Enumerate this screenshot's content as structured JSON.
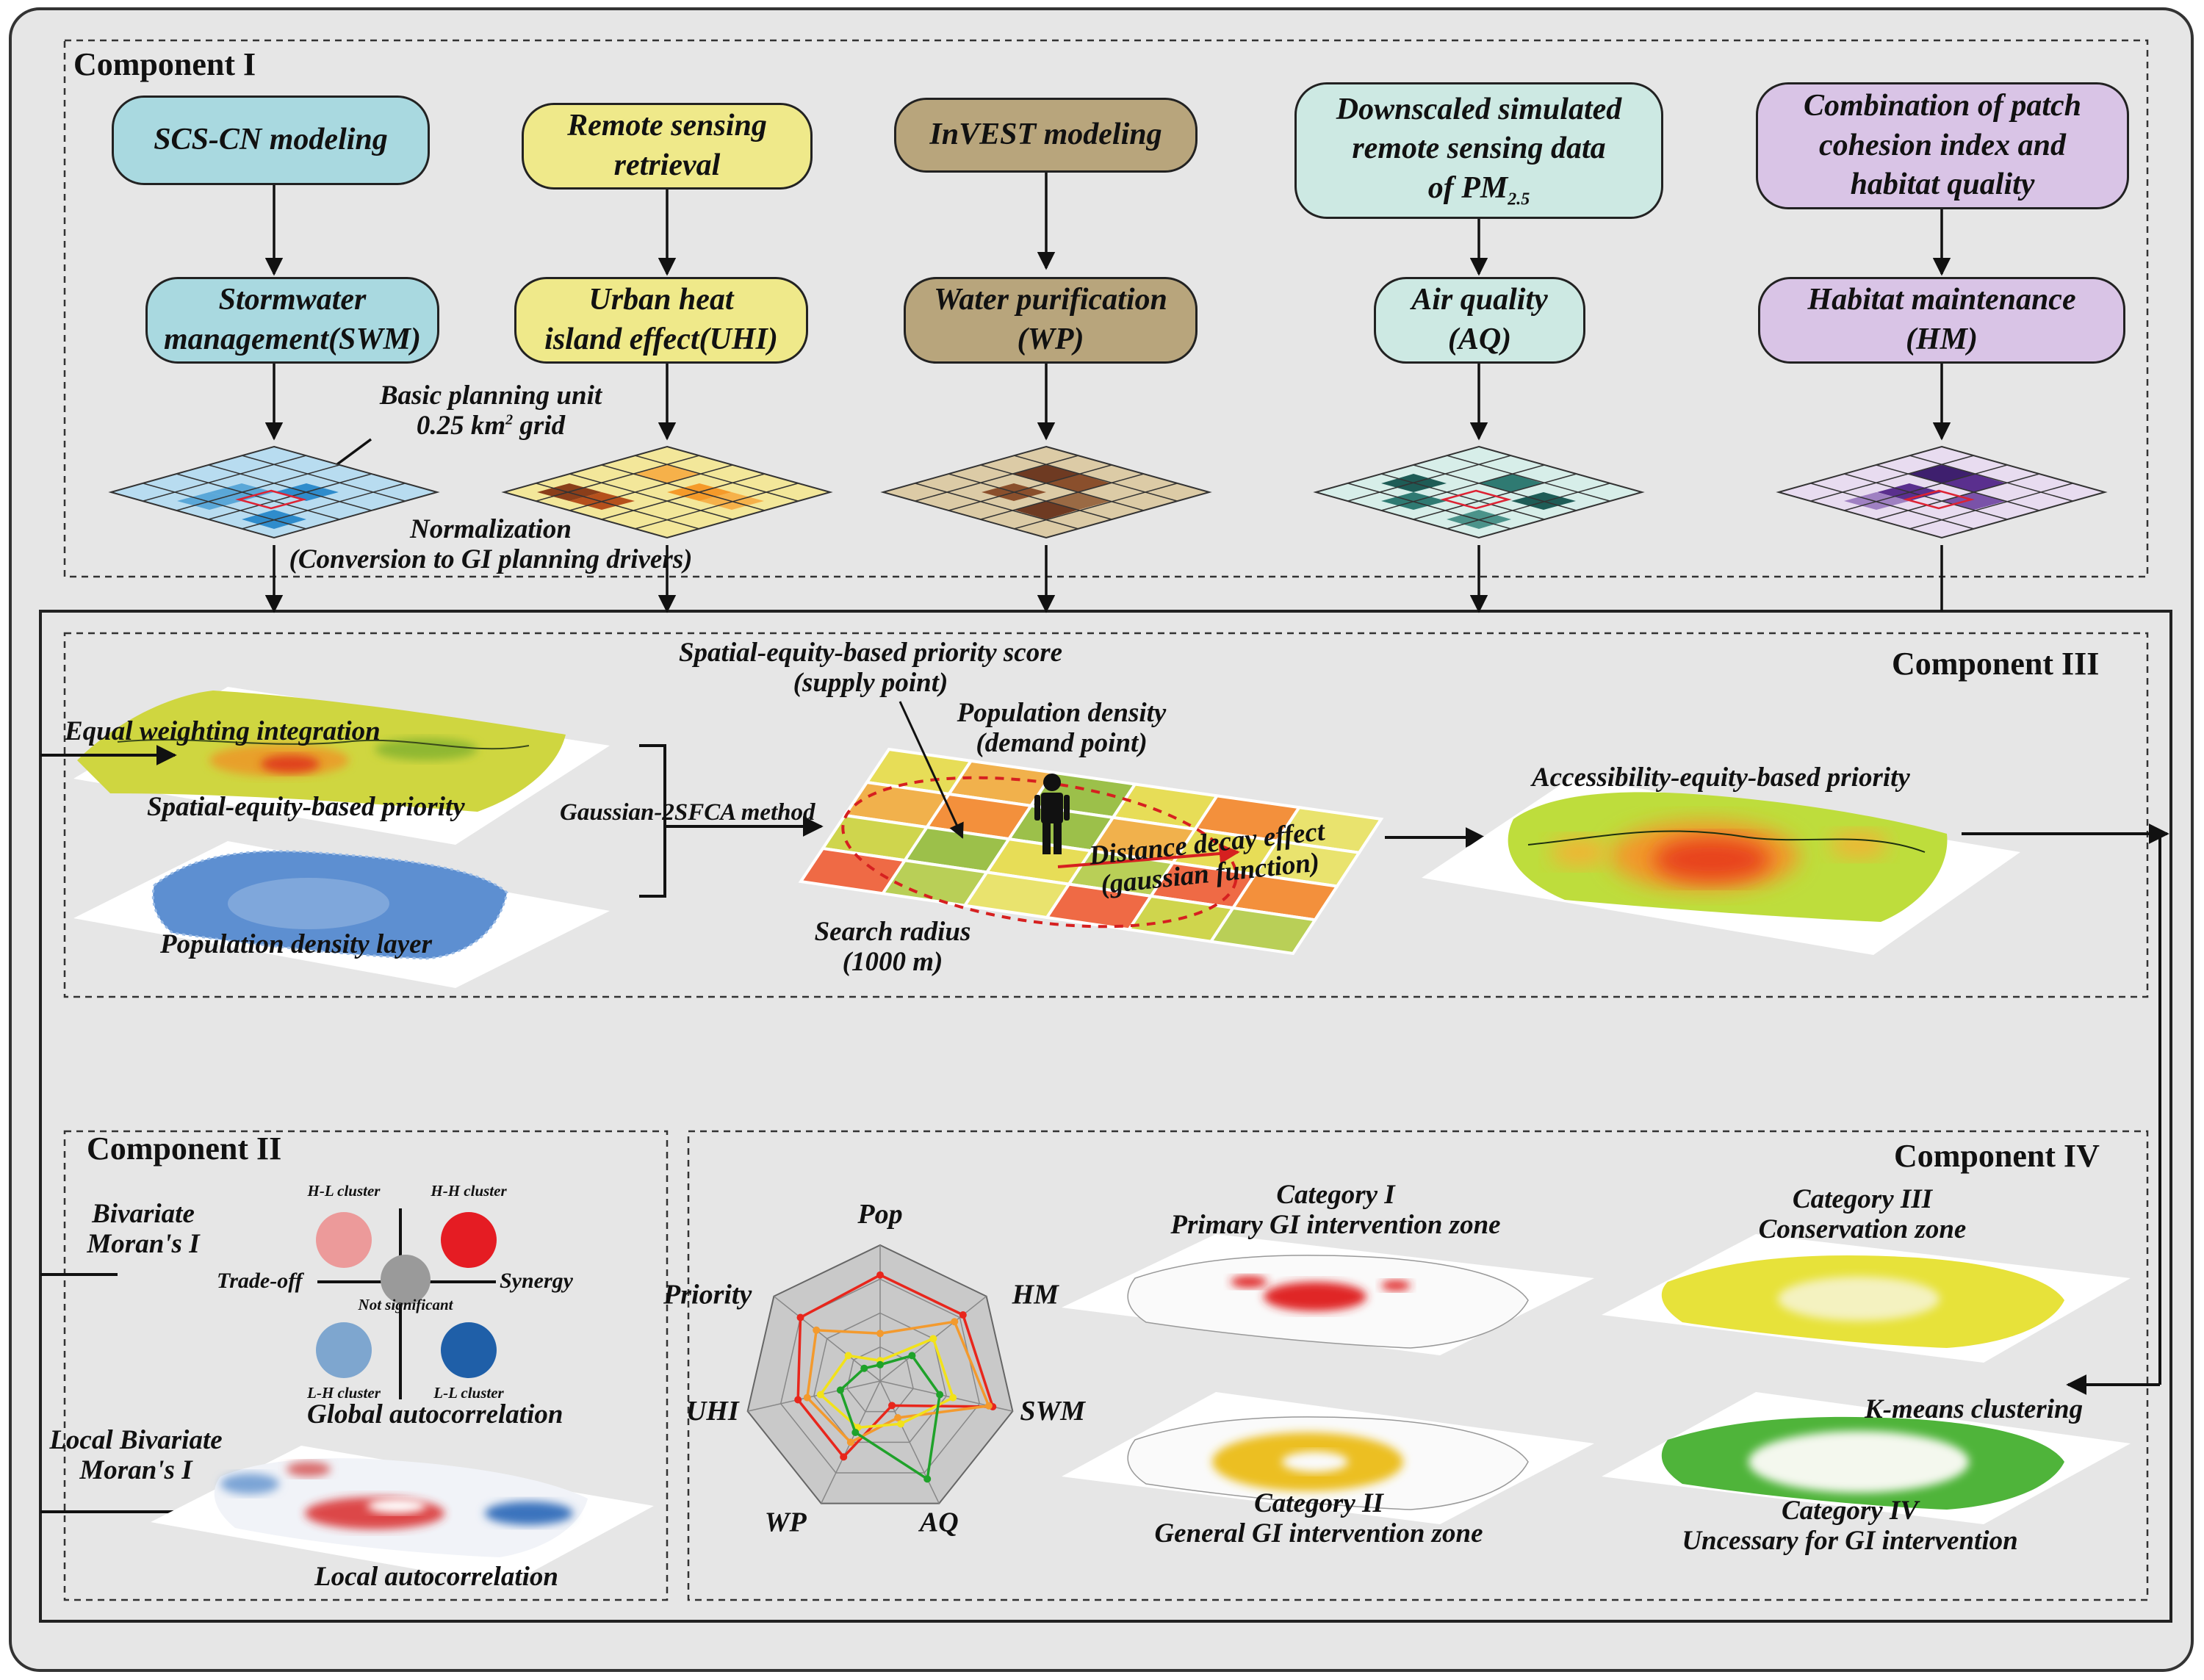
{
  "components": {
    "c1": "Component I",
    "c2": "Component II",
    "c3": "Component III",
    "c4": "Component IV"
  },
  "methods": [
    {
      "text": "SCS-CN modeling",
      "color": "#a9d9e0"
    },
    {
      "text": "Remote sensing retrieval",
      "color": "#efe98a"
    },
    {
      "text": "InVEST modeling",
      "color": "#b8a57c"
    },
    {
      "text": "Downscaled simulated remote sensing data of PM2.5",
      "color": "#cde9e3"
    },
    {
      "text": "Combination of patch cohesion index and habitat quality",
      "color": "#d9c4e6"
    }
  ],
  "drivers": [
    {
      "line1": "Stormwater",
      "line2": "management(SWM)",
      "color": "#a9d9e0"
    },
    {
      "line1": "Urban heat",
      "line2": "island effect(UHI)",
      "color": "#efe98a"
    },
    {
      "line1": "Water purification",
      "line2": "(WP)",
      "color": "#b8a57c"
    },
    {
      "line1": "Air quality",
      "line2": "(AQ)",
      "color": "#cde9e3"
    },
    {
      "line1": "Habitat maintenance",
      "line2": "(HM)",
      "color": "#d9c4e6"
    }
  ],
  "pm25": {
    "pre": "of PM",
    "sub": "2.5"
  },
  "methods3": {
    "line1": "Downscaled simulated",
    "line2": "remote sensing data"
  },
  "methods4": {
    "line1": "Combination of patch",
    "line2": "cohesion index and",
    "line3": "habitat quality"
  },
  "methods1": {
    "line1": "Remote sensing",
    "line2": "retrieval"
  },
  "grid": {
    "line1": "Basic planning unit",
    "line2_pre": "0.25 km",
    "line2_sup": "2",
    "line2_post": " grid"
  },
  "normalization": {
    "line1": "Normalization",
    "line2": "(Conversion to GI planning drivers)"
  },
  "comp3": {
    "equal": "Equal weighting integration",
    "spatial_priority": "Spatial-equity-based priority",
    "pop_layer": "Population density layer",
    "g2sfca": "Gaussian-2SFCA method",
    "score1": "Spatial-equity-based priority score",
    "score2": "(supply point)",
    "pd1": "Population density",
    "pd2": "(demand point)",
    "dd1": "Distance decay effect",
    "dd2": "(gaussian function)",
    "sr1": "Search radius",
    "sr2": "(1000 m)",
    "access": "Accessibility-equity-based priority"
  },
  "comp2": {
    "biv1": "Bivariate",
    "biv2": "Moran's I",
    "hl": "H-L cluster",
    "hh": "H-H cluster",
    "lh": "L-H cluster",
    "ll": "L-L cluster",
    "tradeoff": "Trade-off",
    "synergy": "Synergy",
    "ns": "Not significant",
    "global": "Global autocorrelation",
    "local1": "Local Bivariate",
    "local2": "Moran's I",
    "localauto": "Local autocorrelation",
    "colors": {
      "hl": "#ec9a9a",
      "hh": "#e51c23",
      "lh": "#7ea6cf",
      "ll": "#1f5fa8",
      "ns": "#9a9a9a"
    }
  },
  "comp4": {
    "cat1a": "Category I",
    "cat1b": "Primary GI intervention zone",
    "cat3a": "Category III",
    "cat3b": "Conservation zone",
    "cat2a": "Category II",
    "cat2b": "General GI intervention zone",
    "cat4a": "Category IV",
    "cat4b": "Uncessary for GI intervention",
    "kmeans": "K-means clustering"
  },
  "chart_data": {
    "type": "radar",
    "axes": [
      "Pop",
      "HM",
      "SWM",
      "AQ",
      "WP",
      "UHI",
      "Priority"
    ],
    "series": [
      {
        "values": [
          0.78,
          0.78,
          0.85,
          0.2,
          0.62,
          0.62,
          0.75
        ],
        "color": "#e8261c"
      },
      {
        "values": [
          0.35,
          0.7,
          0.82,
          0.3,
          0.5,
          0.55,
          0.6
        ],
        "color": "#f39a2e"
      },
      {
        "values": [
          0.15,
          0.5,
          0.55,
          0.35,
          0.38,
          0.45,
          0.3
        ],
        "color": "#f2e21a"
      },
      {
        "values": [
          0.12,
          0.3,
          0.45,
          0.8,
          0.42,
          0.3,
          0.15
        ],
        "color": "#1fa22a"
      }
    ]
  }
}
